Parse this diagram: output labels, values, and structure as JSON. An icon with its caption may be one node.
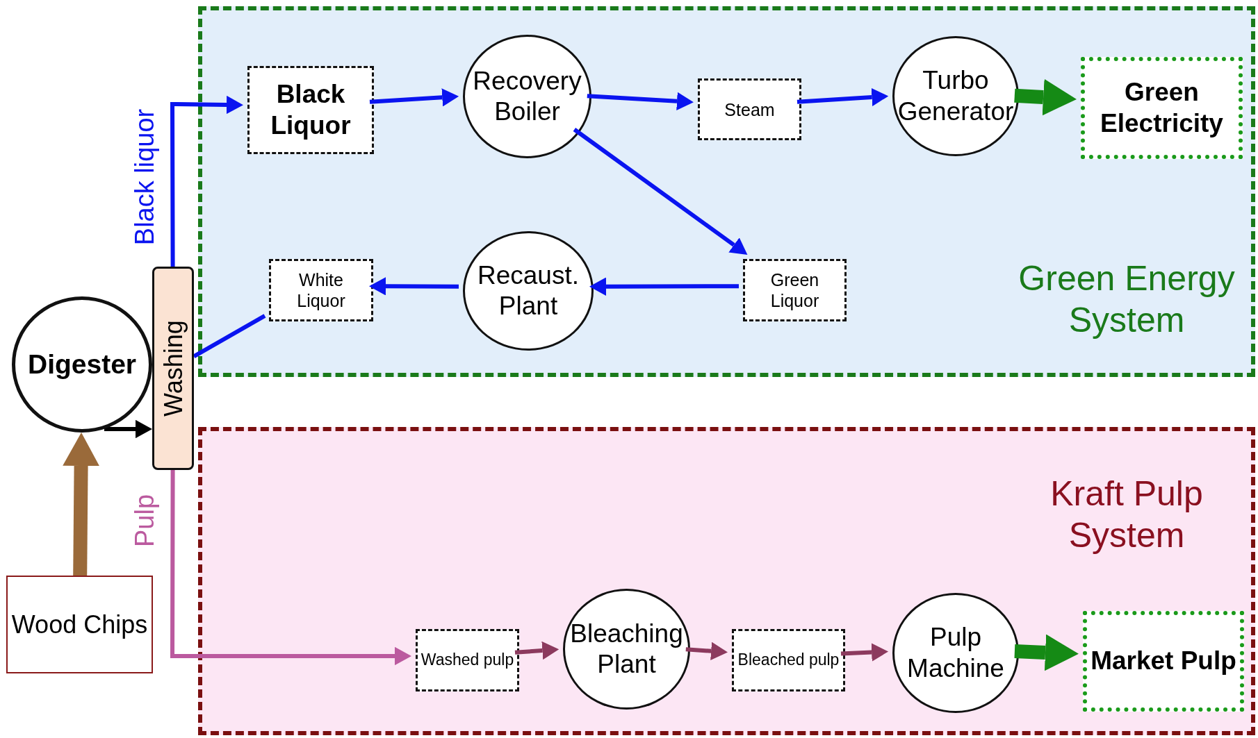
{
  "diagram": {
    "nodes": [
      {
        "text": [
          "Green Energy System"
        ]
      },
      {
        "text": [
          "Kraft Pulp System"
        ]
      },
      {
        "text": [
          "Black Liquor"
        ],
        "in": 0
      },
      {
        "text": [
          "Recovery Boiler"
        ],
        "in": 0
      },
      {
        "text": [
          "Steam"
        ],
        "in": 0
      },
      {
        "text": [
          "Turbo Generator"
        ],
        "in": 0
      },
      {
        "text": [
          "Green Electricity"
        ],
        "in": 0
      },
      {
        "text": [
          "White Liquor"
        ],
        "in": 0
      },
      {
        "text": [
          "Recaust. Plant"
        ],
        "in": 0
      },
      {
        "text": [
          "Green Liquor"
        ],
        "in": 0
      },
      {
        "text": [
          "Washed pulp"
        ],
        "in": 1
      },
      {
        "text": [
          "Bleaching Plant"
        ],
        "in": 1
      },
      {
        "text": [
          "Bleached pulp"
        ],
        "in": 1
      },
      {
        "text": [
          "Pulp Machine"
        ],
        "in": 1
      },
      {
        "text": [
          "Market Pulp"
        ],
        "in": 1
      },
      {
        "text": [
          "Digester"
        ]
      },
      {
        "text": [
          "Washing"
        ]
      },
      {
        "text": [
          "Wood Chips"
        ]
      }
    ],
    "edges": [
      {
        "from": 16,
        "to": 2,
        "arrow": "to",
        "label": "Black liquor"
      },
      {
        "from": 2,
        "to": 3,
        "arrow": "to"
      },
      {
        "from": 3,
        "to": 4,
        "arrow": "to"
      },
      {
        "from": 4,
        "to": 5,
        "arrow": "to"
      },
      {
        "from": 5,
        "to": 6,
        "arrow": "to",
        "style": "thick",
        "color": "#158a15"
      },
      {
        "from": 3,
        "to": 9,
        "arrow": "to"
      },
      {
        "from": 9,
        "to": 8,
        "arrow": "to"
      },
      {
        "from": 8,
        "to": 7,
        "arrow": "to"
      },
      {
        "from": 7,
        "to": 16,
        "arrow": "none"
      },
      {
        "from": 16,
        "to": 10,
        "arrow": "to",
        "label": "Pulp",
        "color": "#bb5a9f"
      },
      {
        "from": 10,
        "to": 11,
        "arrow": "to",
        "color": "#8c3a5e"
      },
      {
        "from": 11,
        "to": 12,
        "arrow": "to",
        "color": "#8c3a5e"
      },
      {
        "from": 12,
        "to": 13,
        "arrow": "to",
        "color": "#8c3a5e"
      },
      {
        "from": 13,
        "to": 14,
        "arrow": "to",
        "style": "thick",
        "color": "#158a15"
      },
      {
        "from": 17,
        "to": 15,
        "arrow": "to",
        "style": "thick",
        "color": "#9a6a3a"
      },
      {
        "from": 15,
        "to": 16,
        "arrow": "to",
        "color": "#000000"
      }
    ]
  }
}
